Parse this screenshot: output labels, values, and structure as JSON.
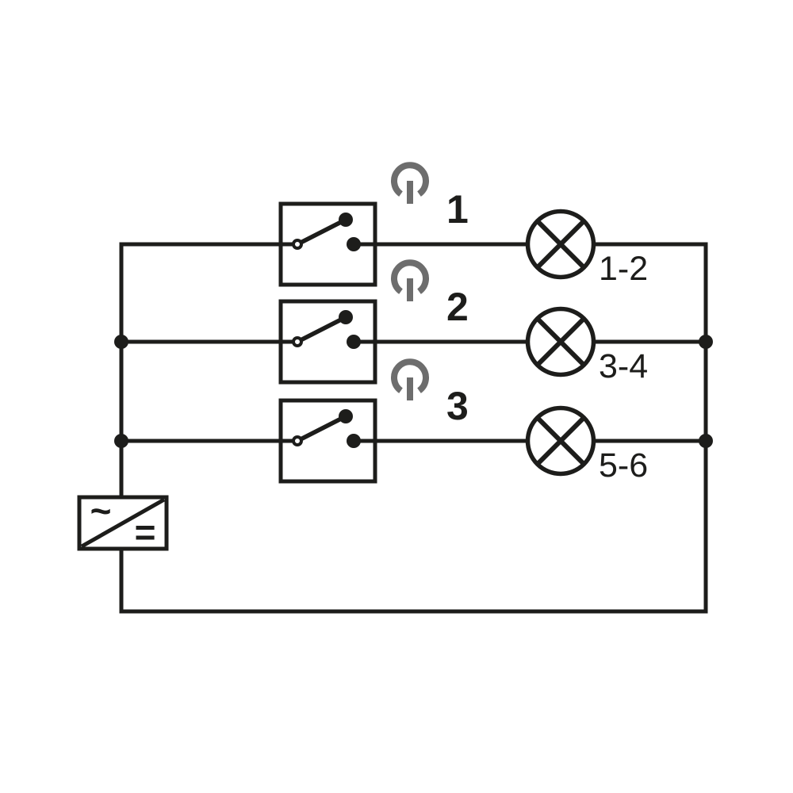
{
  "diagram": {
    "type": "wiring-circuit-diagram",
    "description": "Three momentary switches each controlling a lamp group, fed from one AC/DC power supply",
    "background_color": "#ffffff",
    "line_color": "#1d1d1b",
    "icon_gray_color": "#6d6d6d",
    "power_supply": {
      "symbol": "ac-dc-converter",
      "ac_label": "~",
      "dc_label": "="
    },
    "channels": [
      {
        "button_label": "1",
        "lamp_label": "1-2"
      },
      {
        "button_label": "2",
        "lamp_label": "3-4"
      },
      {
        "button_label": "3",
        "lamp_label": "5-6"
      }
    ]
  }
}
